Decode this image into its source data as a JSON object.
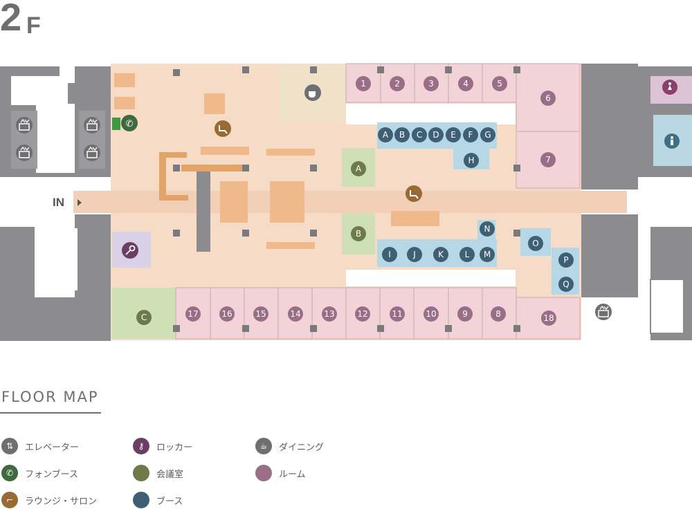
{
  "floor": {
    "number": "2",
    "suffix": "F"
  },
  "entrance_label": "IN",
  "legend": {
    "title": "FLOOR MAP",
    "items": [
      {
        "icon": "elevator-icon",
        "label": "エレベーター",
        "color": "#6f6f72"
      },
      {
        "icon": "phone-icon",
        "label": "フォンブース",
        "color": "#3f6a3f"
      },
      {
        "icon": "lounge-chair-icon",
        "label": "ラウンジ・サロン",
        "color": "#9a6a35"
      },
      {
        "icon": "key-icon",
        "label": "ロッカー",
        "color": "#6b3f63"
      },
      {
        "icon": "meeting-room-icon",
        "label": "会議室",
        "color": "#6e7a4a"
      },
      {
        "icon": "booth-icon",
        "label": "ブース",
        "color": "#3f5f74"
      },
      {
        "icon": "coffee-cup-icon",
        "label": "ダイニング",
        "color": "#6f6f72"
      },
      {
        "icon": "room-icon",
        "label": "ルーム",
        "color": "#9a6e87"
      }
    ]
  },
  "rooms": [
    "1",
    "2",
    "3",
    "4",
    "5",
    "6",
    "7",
    "8",
    "9",
    "10",
    "11",
    "12",
    "13",
    "14",
    "15",
    "16",
    "17",
    "18"
  ],
  "booths": [
    "A",
    "B",
    "C",
    "D",
    "E",
    "F",
    "G",
    "H",
    "I",
    "J",
    "K",
    "L",
    "M",
    "N",
    "O",
    "P",
    "Q"
  ],
  "meeting_rooms": [
    "A",
    "B",
    "C"
  ],
  "colors": {
    "room": "#f2d3d8",
    "booth": "#b6d7e6",
    "lounge": "#f6dcc6",
    "dining": "#efe2c8",
    "meeting": "#cfe0b6",
    "locker": "#d9d2e6",
    "wall": "#8c8c8f",
    "restroom_female": "#dcc4d6",
    "restroom_male": "#b8d7e3"
  }
}
